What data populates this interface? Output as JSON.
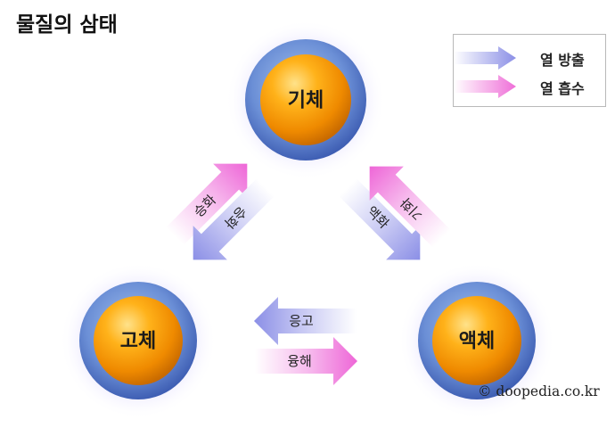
{
  "title": "물질의 삼태",
  "states": {
    "gas": "기체",
    "solid": "고체",
    "liquid": "액체"
  },
  "transitions": {
    "sublimation_up": "승화",
    "sublimation_down": "승화",
    "condensation": "액화",
    "vaporization": "기화",
    "freezing": "응고",
    "melting": "융해"
  },
  "legend": {
    "release": {
      "label": "열 방출",
      "color": "#8b8fe6"
    },
    "absorb": {
      "label": "열 흡수",
      "color": "#ef6fd8"
    }
  },
  "credit": "© doopedia.co.kr"
}
